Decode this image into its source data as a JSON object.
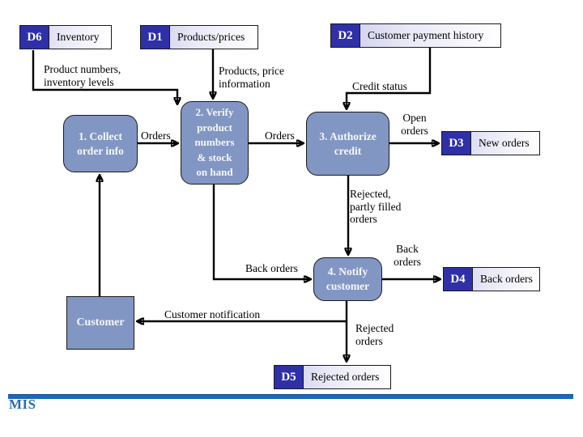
{
  "colors": {
    "store_tab": "#2f2fa8",
    "process_fill": "#8296c3",
    "line_color": "#000000",
    "footer_bar": "#1a6ab5",
    "footer_text": "#2a6cb5"
  },
  "footer": {
    "logo": "MIS"
  },
  "data_stores": {
    "d6": {
      "id": "D6",
      "label": "Inventory"
    },
    "d1": {
      "id": "D1",
      "label": "Products/prices"
    },
    "d2": {
      "id": "D2",
      "label": "Customer payment history"
    },
    "d3": {
      "id": "D3",
      "label": "New orders"
    },
    "d4": {
      "id": "D4",
      "label": "Back orders"
    },
    "d5": {
      "id": "D5",
      "label": "Rejected orders"
    }
  },
  "processes": {
    "p1": {
      "label": "1. Collect\norder info"
    },
    "p2": {
      "label": "2. Verify\nproduct\nnumbers\n& stock\non hand"
    },
    "p3": {
      "label": "3. Authorize\ncredit"
    },
    "p4": {
      "label": "4. Notify\ncustomer"
    }
  },
  "entities": {
    "customer": {
      "label": "Customer"
    }
  },
  "flow_labels": {
    "product_numbers": "Product numbers,\ninventory levels",
    "products_price": "Products, price\ninformation",
    "credit_status": "Credit status",
    "orders_1": "Orders",
    "orders_2": "Orders",
    "open_orders": "Open\norders",
    "rejected_partly_filled": "Rejected,\npartly filled\norders",
    "back_orders_left": "Back orders",
    "back_orders_right": "Back\norders",
    "customer_notification": "Customer notification",
    "rejected_orders": "Rejected\norders"
  }
}
